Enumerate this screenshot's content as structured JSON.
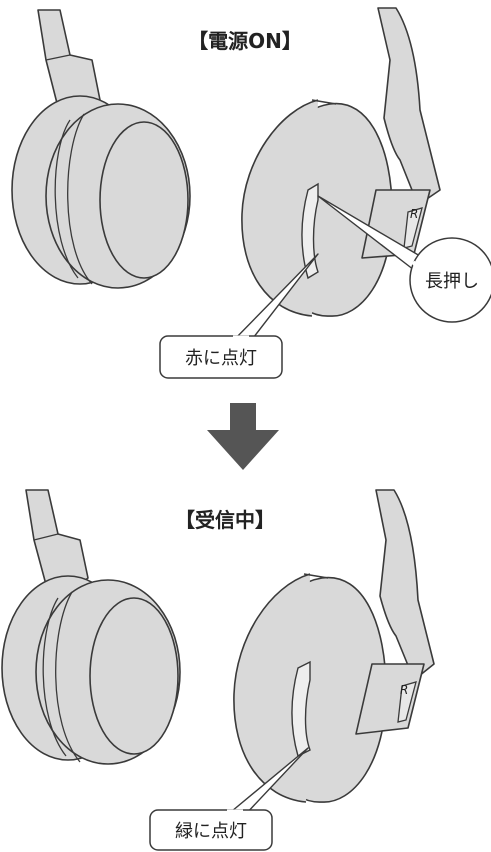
{
  "colors": {
    "body": "#d9d9d9",
    "stroke": "#3a3a3a",
    "arrow": "#555555",
    "background": "#ffffff",
    "callout_fill": "#ffffff"
  },
  "panels": [
    {
      "title": "【電源ON】",
      "led_label": "赤に点灯",
      "button_label": "長押し",
      "earcup_side_mark": "R"
    },
    {
      "title": "【受信中】",
      "led_label": "緑に点灯",
      "earcup_side_mark": "R"
    }
  ],
  "transition_icon": "down-arrow-icon"
}
